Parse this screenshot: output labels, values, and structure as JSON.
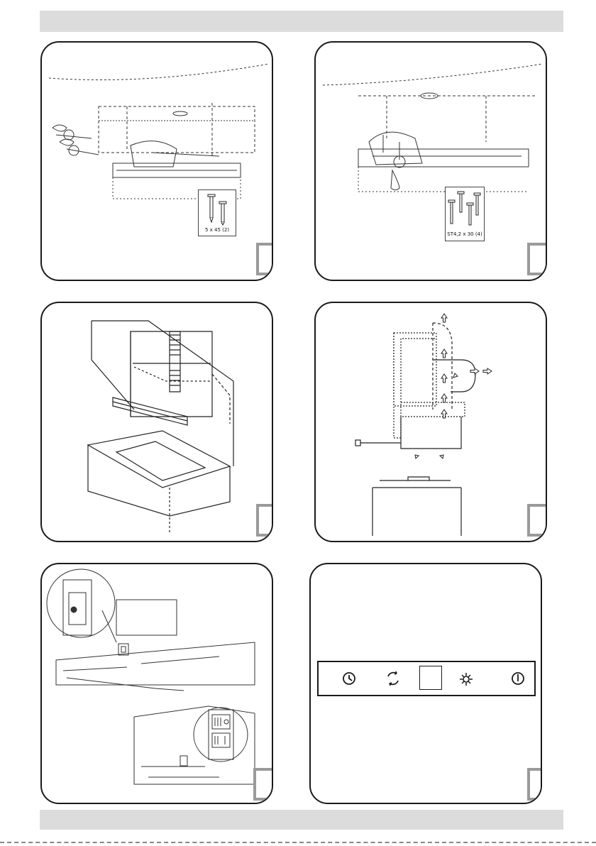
{
  "panels": {
    "p1": {
      "screw_label": "5 x 45 (2)"
    },
    "p2": {
      "screw_label": "ST4,2 x 30 (4)"
    }
  },
  "control_panel": {
    "buttons": [
      {
        "icon": "clock-icon"
      },
      {
        "icon": "fan-speed-icon"
      },
      {
        "icon": "display-square"
      },
      {
        "icon": "light-icon"
      },
      {
        "icon": "power-icon"
      }
    ]
  },
  "colors": {
    "header_bar": "#dcdcdc",
    "outline": "#1a1a1a",
    "step_box_border": "#9a9a9a"
  }
}
